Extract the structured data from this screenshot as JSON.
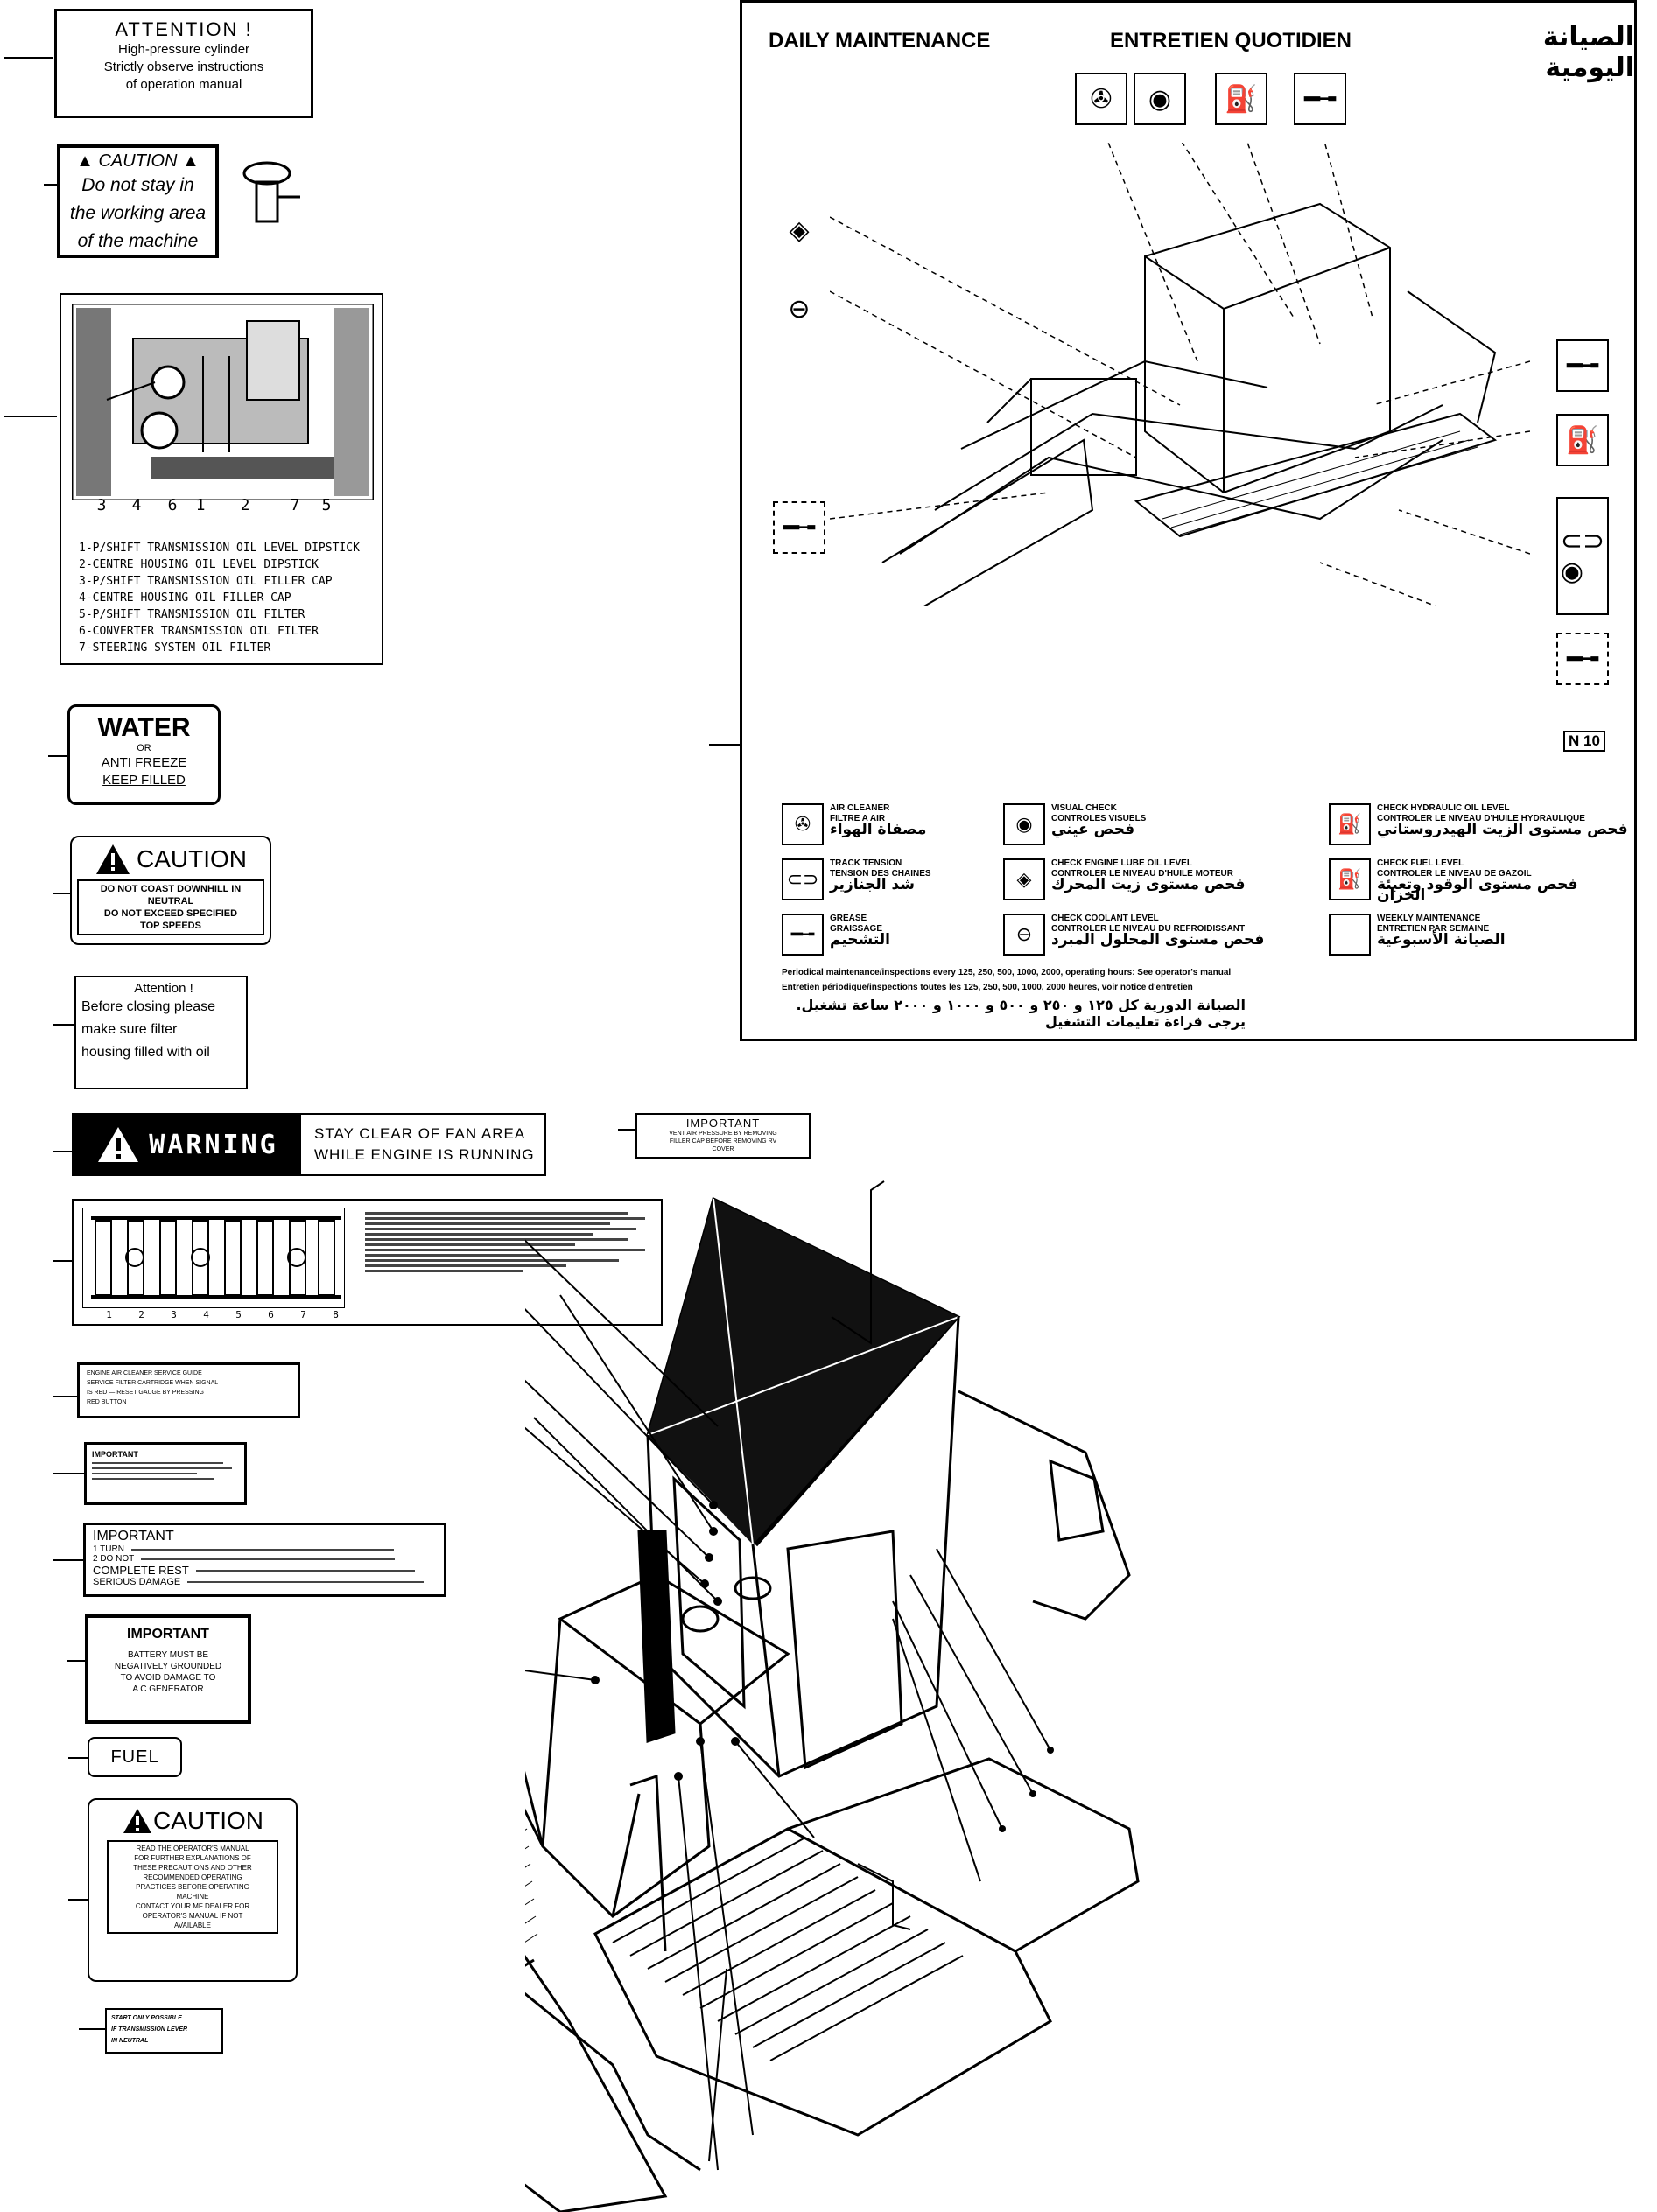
{
  "decals": {
    "attention_cylinder": {
      "title": "ATTENTION !",
      "lines": [
        "High-pressure cylinder",
        "Strictly observe instructions",
        "of operation manual"
      ]
    },
    "caution_working_area": {
      "title": "▲ CAUTION ▲",
      "lines": [
        "Do not stay in",
        "the working area",
        "of the machine"
      ]
    },
    "hydraulic_photo": {
      "callouts": [
        "3",
        "4",
        "6",
        "1",
        "2",
        "7",
        "5"
      ],
      "list": [
        "1-P/SHIFT TRANSMISSION OIL LEVEL DIPSTICK",
        "2-CENTRE HOUSING OIL LEVEL DIPSTICK",
        "3-P/SHIFT TRANSMISSION OIL FILLER CAP",
        "4-CENTRE HOUSING OIL FILLER CAP",
        "5-P/SHIFT TRANSMISSION OIL FILTER",
        "6-CONVERTER TRANSMISSION OIL FILTER",
        "7-STEERING SYSTEM OIL FILTER"
      ]
    },
    "water": {
      "title": "WATER",
      "sub": "OR",
      "lines": [
        "ANTI FREEZE",
        "KEEP FILLED"
      ]
    },
    "caution_coast": {
      "title": "CAUTION",
      "lines": [
        "DO NOT COAST DOWNHILL IN NEUTRAL",
        "DO NOT EXCEED SPECIFIED",
        "TOP SPEEDS"
      ]
    },
    "attention_filter": {
      "title": "Attention !",
      "lines": [
        "Before closing please",
        "make sure filter",
        "housing filled with oil"
      ]
    },
    "warning_fan": {
      "title": "WARNING",
      "lines": [
        "STAY CLEAR OF FAN AREA",
        "WHILE ENGINE IS RUNNING"
      ]
    },
    "important_filler": {
      "title": "IMPORTANT",
      "lines": [
        "VENT AIR PRESSURE BY REMOVING",
        "FILLER CAP BEFORE REMOVING RV",
        "COVER"
      ]
    },
    "fuse_panel": {
      "numbers": [
        "1",
        "2",
        "3",
        "4",
        "5",
        "6",
        "7",
        "8"
      ]
    },
    "air_cleaner": {
      "lines": [
        "ENGINE AIR CLEANER SERVICE GUIDE",
        "SERVICE FILTER CARTRIDGE WHEN SIGNAL",
        "IS RED — RESET GAUGE BY PRESSING",
        "RED BUTTON"
      ]
    },
    "important_small": {
      "title": "IMPORTANT"
    },
    "important_turn": {
      "title": "IMPORTANT",
      "lines": [
        "1 TURN",
        "2 DO NOT",
        "COMPLETE REST",
        "SERIOUS DAMAGE"
      ]
    },
    "important_battery": {
      "title": "IMPORTANT",
      "lines": [
        "BATTERY MUST BE",
        "NEGATIVELY GROUNDED",
        "TO AVOID DAMAGE TO",
        "A C GENERATOR"
      ]
    },
    "fuel": {
      "title": "FUEL"
    },
    "caution_manual": {
      "title": "CAUTION",
      "lines": [
        "READ THE OPERATOR'S MANUAL",
        "FOR FURTHER EXPLANATIONS OF",
        "THESE PRECAUTIONS AND OTHER",
        "RECOMMENDED OPERATING",
        "PRACTICES BEFORE OPERATING",
        "MACHINE",
        "CONTACT YOUR MF DEALER FOR",
        "OPERATOR'S MANUAL IF NOT",
        "AVAILABLE"
      ]
    },
    "start_neutral": {
      "lines": [
        "START ONLY POSSIBLE",
        "IF TRANSMISSION LEVER",
        "IN NEUTRAL"
      ]
    }
  },
  "maintenance_board": {
    "title_en": "DAILY MAINTENANCE",
    "title_fr": "ENTRETIEN QUOTIDIEN",
    "title_ar": "الصيانة اليومية",
    "code": "N 10",
    "legend": [
      {
        "icon": "air-cleaner-icon",
        "glyph": "✇",
        "lines": [
          "AIR CLEANER",
          "FILTRE A AIR"
        ],
        "ar": "مصفاة الهواء"
      },
      {
        "icon": "eye-icon",
        "glyph": "◉",
        "lines": [
          "VISUAL CHECK",
          "CONTROLES VISUELS"
        ],
        "ar": "فحص عيني"
      },
      {
        "icon": "hydraulic-oil-icon",
        "glyph": "⛽",
        "lines": [
          "CHECK HYDRAULIC OIL LEVEL",
          "CONTROLER LE NIVEAU D'HUILE HYDRAULIQUE"
        ],
        "ar": "فحص مستوى الزيت الهيدروستاتي"
      },
      {
        "icon": "track-tension-icon",
        "glyph": "⊂⊃",
        "lines": [
          "TRACK TENSION",
          "TENSION DES CHAINES"
        ],
        "ar": "شد الجنازير"
      },
      {
        "icon": "engine-oil-icon",
        "glyph": "◈",
        "lines": [
          "CHECK ENGINE LUBE OIL LEVEL",
          "CONTROLER LE NIVEAU D'HUILE MOTEUR"
        ],
        "ar": "فحص مستوى زيت المحرك"
      },
      {
        "icon": "fuel-pump-icon",
        "glyph": "⛽",
        "lines": [
          "CHECK FUEL LEVEL",
          "CONTROLER LE NIVEAU DE GAZOIL"
        ],
        "ar": "فحص مستوى الوقود وتعبئة الخزان"
      },
      {
        "icon": "grease-gun-icon",
        "glyph": "━╼",
        "lines": [
          "GREASE",
          "GRAISSAGE"
        ],
        "ar": "التشحيم"
      },
      {
        "icon": "coolant-icon",
        "glyph": "⊖",
        "lines": [
          "CHECK COOLANT LEVEL",
          "CONTROLER LE NIVEAU DU REFROIDISSANT"
        ],
        "ar": "فحص مستوى المحلول المبرد"
      },
      {
        "icon": "weekly-icon",
        "glyph": "",
        "lines": [
          "WEEKLY MAINTENANCE",
          "ENTRETIEN PAR SEMAINE"
        ],
        "ar": "الصيانة الأسبوعية"
      }
    ],
    "footer_en": "Periodical maintenance/inspections every 125, 250, 500, 1000, 2000, operating hours: See operator's manual",
    "footer_fr": "Entretien périodique/inspections toutes les 125, 250, 500, 1000, 2000 heures, voir notice d'entretien",
    "footer_ar": "الصيانة الدورية كل ١٢٥ و ٢٥٠ و ٥٠٠ و ١٠٠٠ و ٢٠٠٠ ساعة تشغيل. يرجى قراءة تعليمات التشغيل"
  }
}
